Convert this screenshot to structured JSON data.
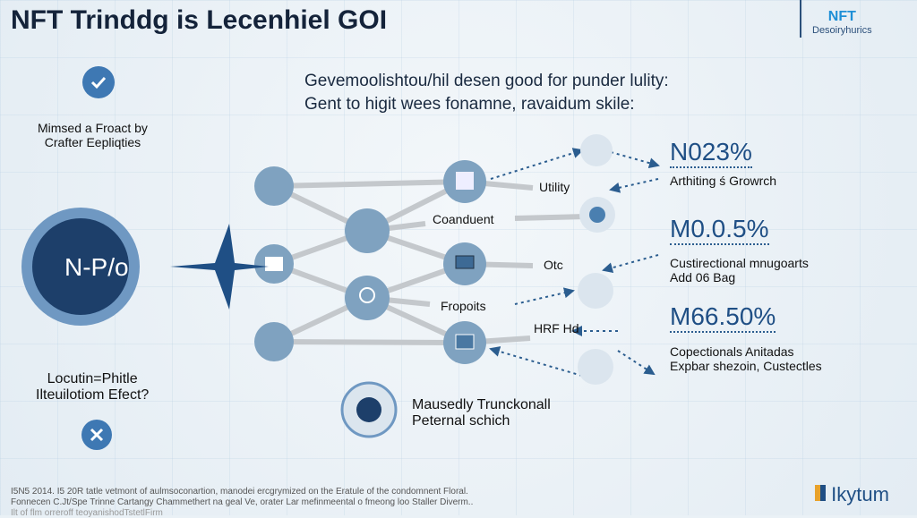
{
  "title": "NFT Trinddg is Lecenhiel GOI",
  "brand": {
    "name": "NFT",
    "subtitle": "Desoiryhurics"
  },
  "subtitle": [
    "Gevemoolishtou/hil desen good for punder lulity:",
    "Gent to higit wees fonamne, ravaidum skile:"
  ],
  "left": {
    "top_caption": [
      "Mimsed a Froact by",
      "Crafter Eepliqties"
    ],
    "center_label": "N-P/o",
    "bottom_caption": [
      "Locutin=Phitle",
      "Ilteuilotiom Efect?"
    ]
  },
  "network_labels": {
    "utility": "Utility",
    "coanduent": "Coanduent",
    "otc": "Otc",
    "fropoits": "Fropoits",
    "hrf": "HRF Hd"
  },
  "bottom_center": [
    "Mausedly Trunckonall",
    "Peternal schich"
  ],
  "stats": [
    {
      "value": "N023%",
      "desc": [
        "Arthiting ś Growrch"
      ]
    },
    {
      "value": "M0.0.5%",
      "desc": [
        "Custirectional mnugoarts",
        "Add 06 Bag"
      ]
    },
    {
      "value": "M66.50%",
      "desc": [
        "Copectionals Anitadas",
        "Expbar shezoin, Custectles"
      ]
    }
  ],
  "footer": [
    "I5N5 2014. I5 20R tatle vetmont of aulmsoconartion, manodei ercgrymized on the Eratule of the condomnent Floral.",
    "Fonnecen C.Jt/Spe Trinne Cartangy Chammethert na geal Ve, orater Lar mefinmeental o fmeong loo Staller Diverm..",
    "Ilt of flm orreroff teoyanishodTstetlFirm"
  ],
  "logo": "Ikytum",
  "colors": {
    "accent": "#1f4f85",
    "node": "#7fa2c0",
    "brand": "#1e8fd6"
  }
}
